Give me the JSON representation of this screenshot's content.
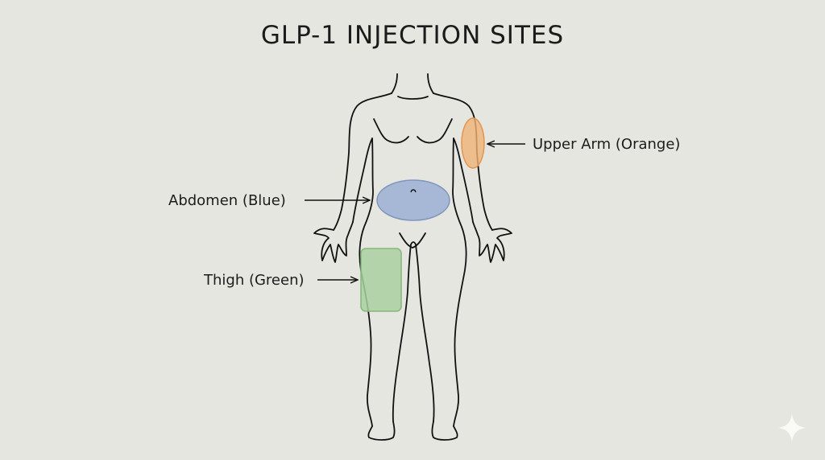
{
  "title": "GLP-1 INJECTION SITES",
  "sites": {
    "upper_arm": {
      "label": "Upper Arm (Orange)",
      "color": "#f0b377"
    },
    "abdomen": {
      "label": "Abdomen (Blue)",
      "color": "#9fb3d4"
    },
    "thigh": {
      "label": "Thigh (Green)",
      "color": "#a9cfa0"
    }
  },
  "icons": {
    "watermark": "sparkle-icon"
  }
}
